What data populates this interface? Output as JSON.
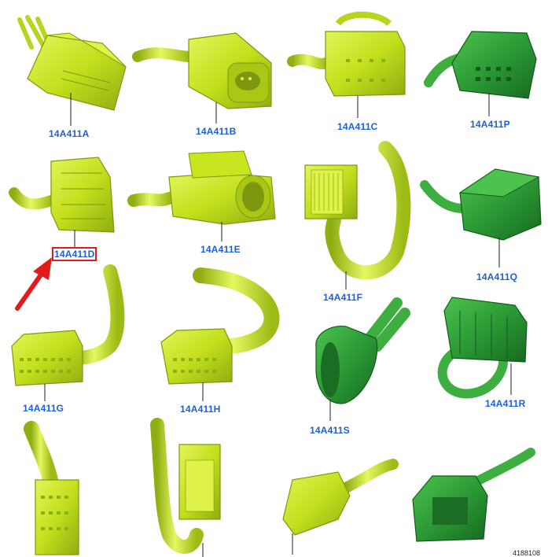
{
  "labels": {
    "A": "14A411A",
    "B": "14A411B",
    "C": "14A411C",
    "P": "14A411P",
    "D": "14A411D",
    "E": "14A411E",
    "F": "14A411F",
    "Q": "14A411Q",
    "G": "14A411G",
    "H": "14A411H",
    "S": "14A411S",
    "R": "14A411R"
  },
  "figure_id": "4188108",
  "highlight": "14A411D",
  "colors": {
    "lime_connector": "#c8e51f",
    "lime_shadow": "#8fae12",
    "green_connector": "#2fa33a",
    "green_shadow": "#1b6d23",
    "label_text": "#1f5fd6",
    "highlight_box": "#e11b1b",
    "arrow": "#e11b1b"
  }
}
